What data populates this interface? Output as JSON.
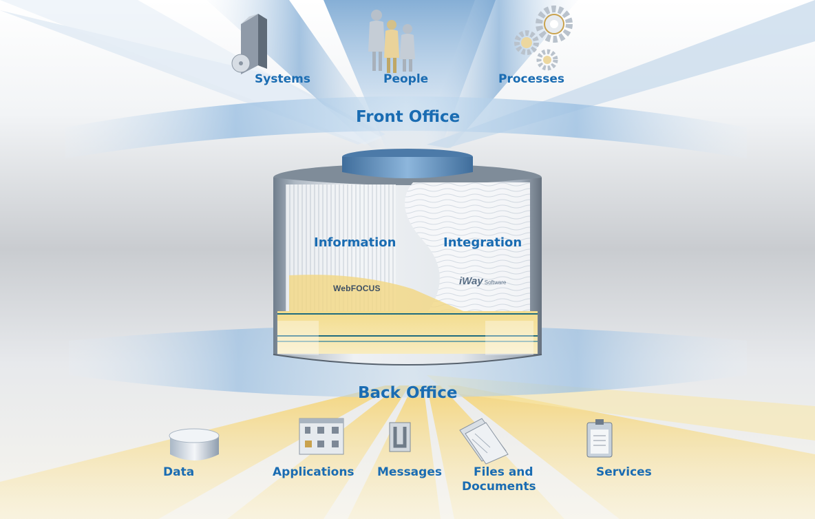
{
  "diagram": {
    "front_office": "Front Office",
    "back_office": "Back Office",
    "top_items": [
      "Systems",
      "People",
      "Processes"
    ],
    "bottom_items": [
      "Data",
      "Applications",
      "Messages",
      "Files and",
      "Documents",
      "Services"
    ],
    "center_left": "Information",
    "center_right": "Integration",
    "left_brand": "WebFOCUS",
    "right_brand": "iWay",
    "right_brand_sub": "Software"
  },
  "colors": {
    "label_blue": "#1a6cb2",
    "beam_blue": "#9dc0e0",
    "beam_gold": "#f6d77a",
    "cylinder_steel": "#8b98a6"
  }
}
